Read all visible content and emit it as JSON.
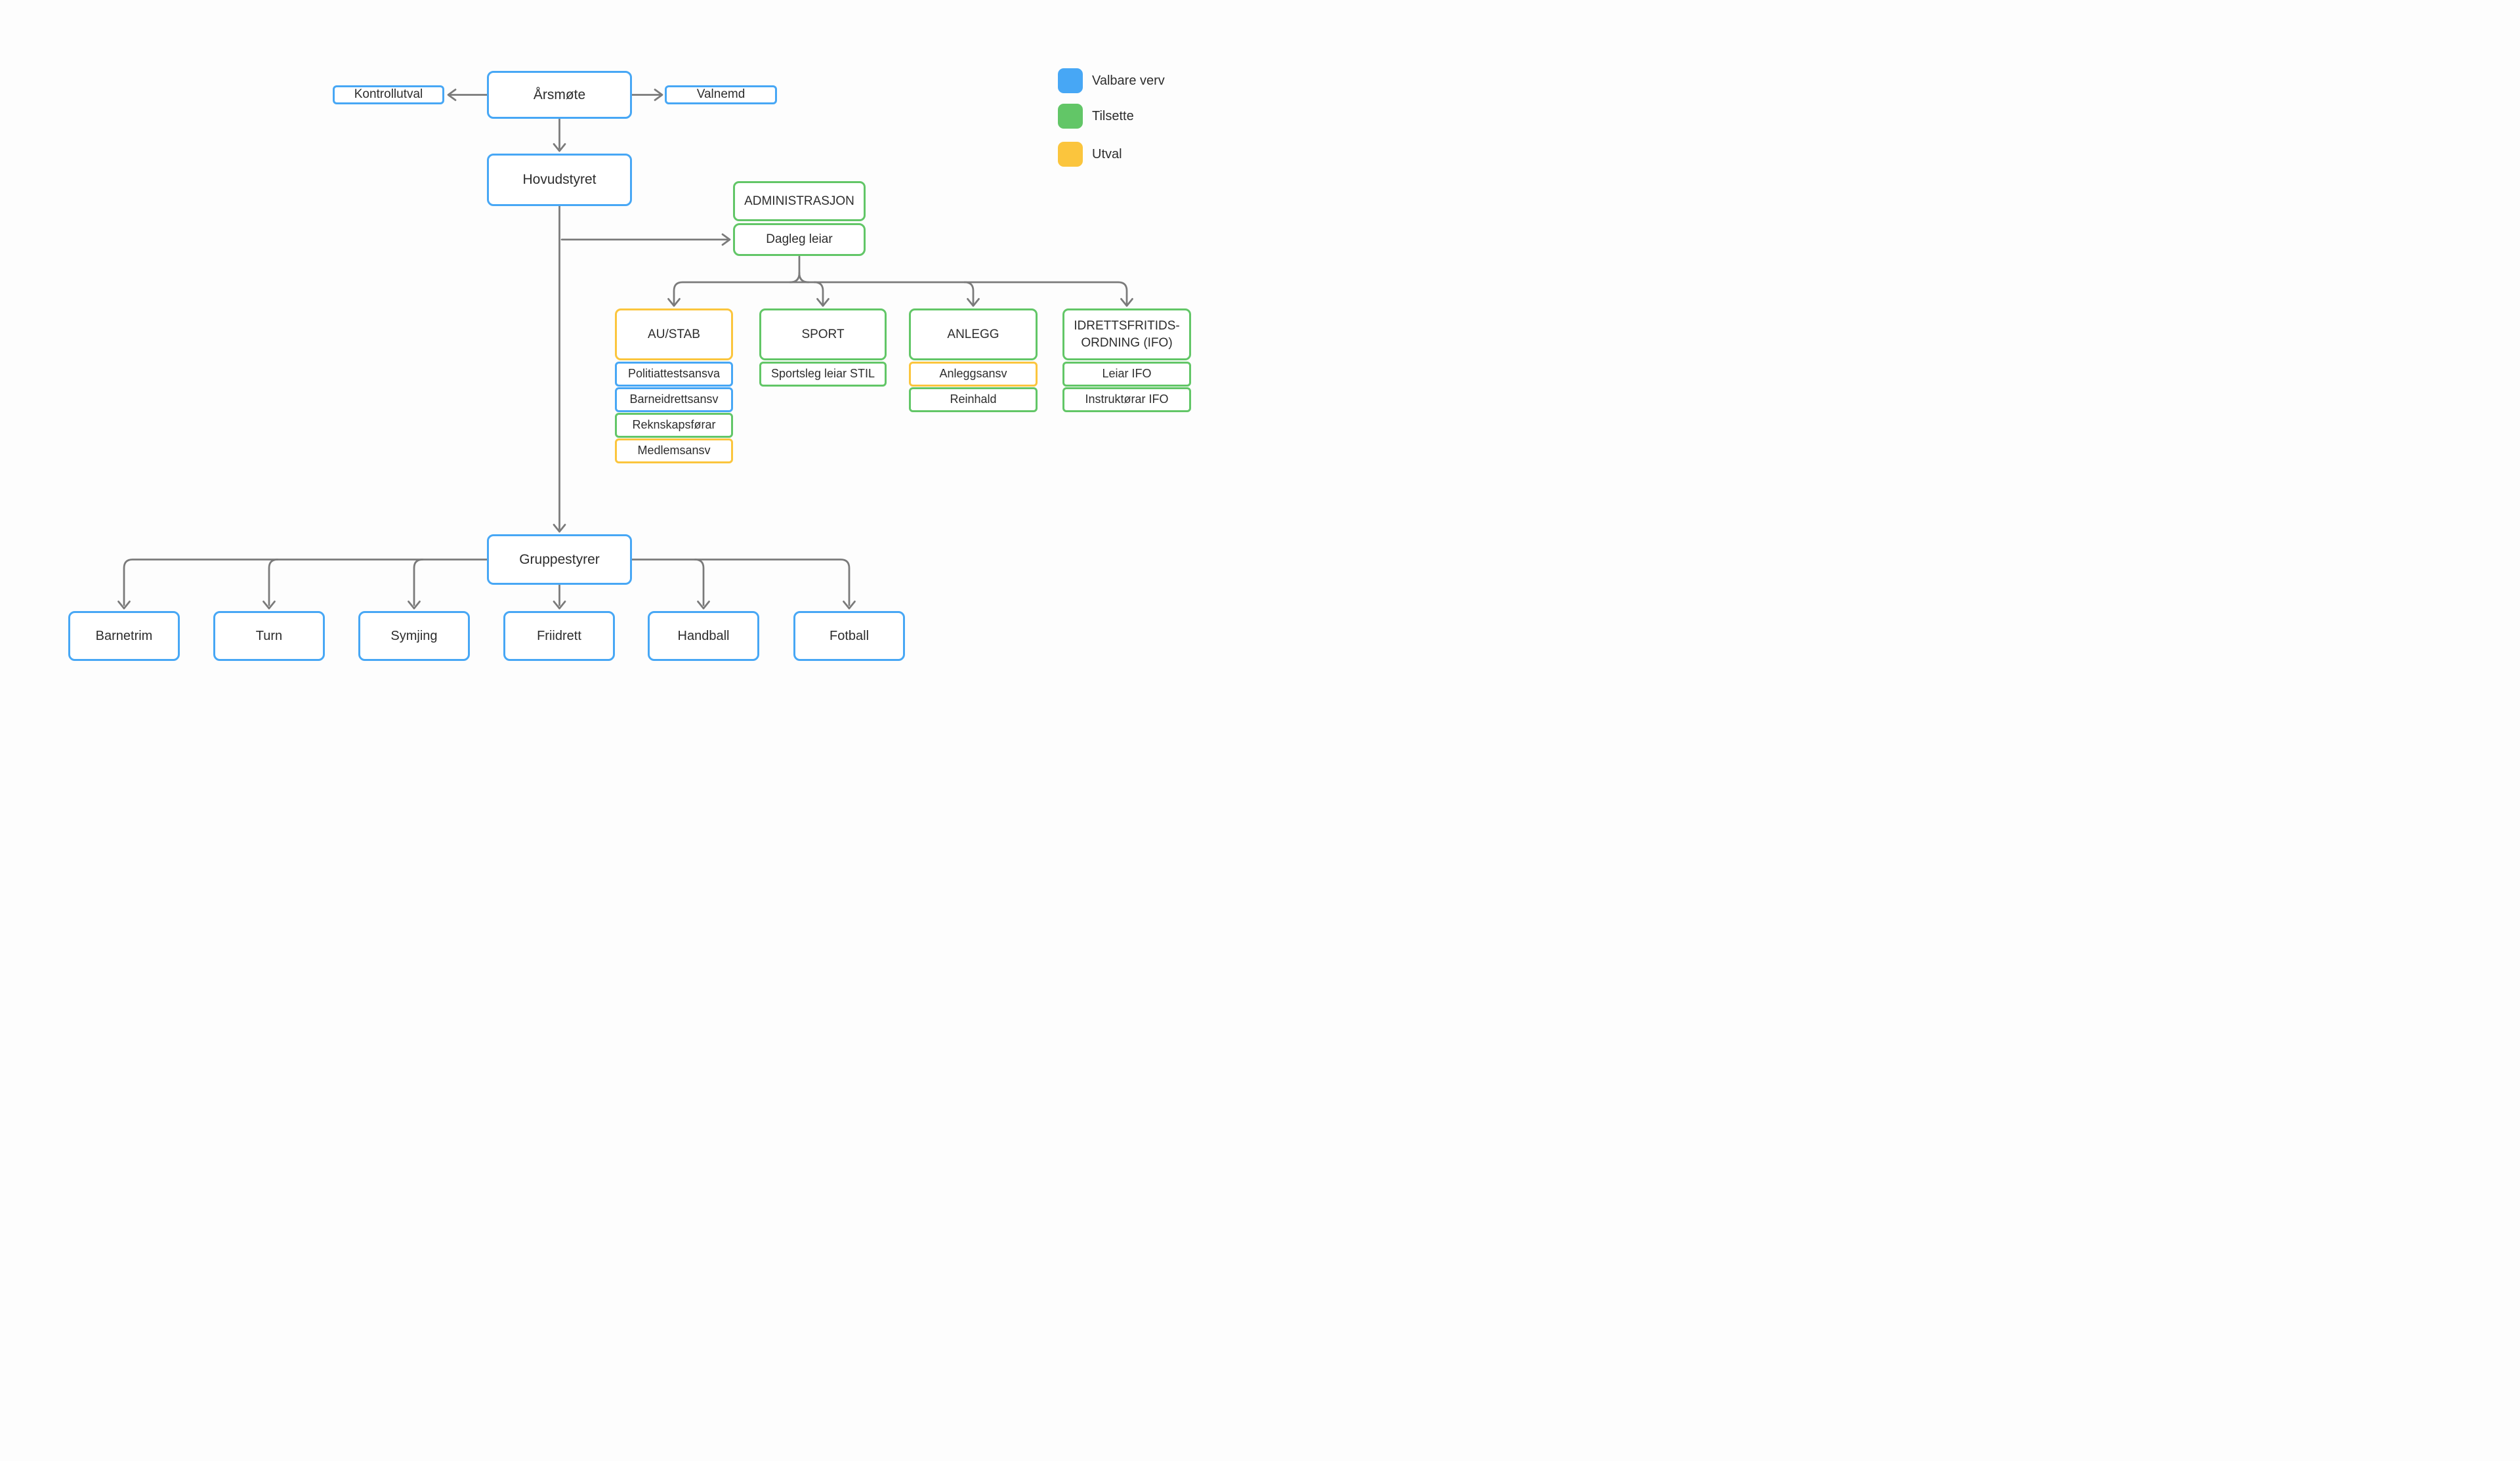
{
  "palette": {
    "blue": "#47a7f5",
    "green": "#62c667",
    "yellow": "#fbc53d",
    "line": "#7a7a7a",
    "text": "#2d2d2d",
    "background": "#fdfdfd"
  },
  "nodes": {
    "kontrollutval": {
      "label": "Kontrollutval",
      "type": "blue"
    },
    "arsmote": {
      "label": "Årsmøte",
      "type": "blue"
    },
    "valnemd": {
      "label": "Valnemd",
      "type": "blue"
    },
    "hovudstyret": {
      "label": "Hovudstyret",
      "type": "blue"
    },
    "administrasjon": {
      "label": "ADMINISTRASJON",
      "type": "green"
    },
    "dagleg_leiar": {
      "label": "Dagleg leiar",
      "type": "green"
    },
    "gruppestyrer": {
      "label": "Gruppestyrer",
      "type": "blue"
    }
  },
  "departments": [
    {
      "title": "AU/STAB",
      "type": "yellow",
      "items": [
        {
          "label": "Politiattestsansva",
          "type": "blue"
        },
        {
          "label": "Barneidrettsansv",
          "type": "blue"
        },
        {
          "label": "Reknskapsførar",
          "type": "green"
        },
        {
          "label": "Medlemsansv",
          "type": "yellow"
        }
      ]
    },
    {
      "title": "SPORT",
      "type": "green",
      "items": [
        {
          "label": "Sportsleg leiar STIL",
          "type": "green"
        }
      ]
    },
    {
      "title": "ANLEGG",
      "type": "green",
      "items": [
        {
          "label": "Anleggsansv",
          "type": "yellow"
        },
        {
          "label": "Reinhald",
          "type": "green"
        }
      ]
    },
    {
      "title": "IDRETTSFRITIDS-ORDNING (IFO)",
      "type": "green",
      "items": [
        {
          "label": "Leiar IFO",
          "type": "green"
        },
        {
          "label": "Instruktørar IFO",
          "type": "green"
        }
      ]
    }
  ],
  "groups": [
    {
      "label": "Barnetrim",
      "type": "blue"
    },
    {
      "label": "Turn",
      "type": "blue"
    },
    {
      "label": "Symjing",
      "type": "blue"
    },
    {
      "label": "Friidrett",
      "type": "blue"
    },
    {
      "label": "Handball",
      "type": "blue"
    },
    {
      "label": "Fotball",
      "type": "blue"
    }
  ],
  "legend": {
    "items": [
      {
        "label": "Valbare verv",
        "type": "blue"
      },
      {
        "label": "Tilsette",
        "type": "green"
      },
      {
        "label": "Utval",
        "type": "yellow"
      }
    ]
  }
}
